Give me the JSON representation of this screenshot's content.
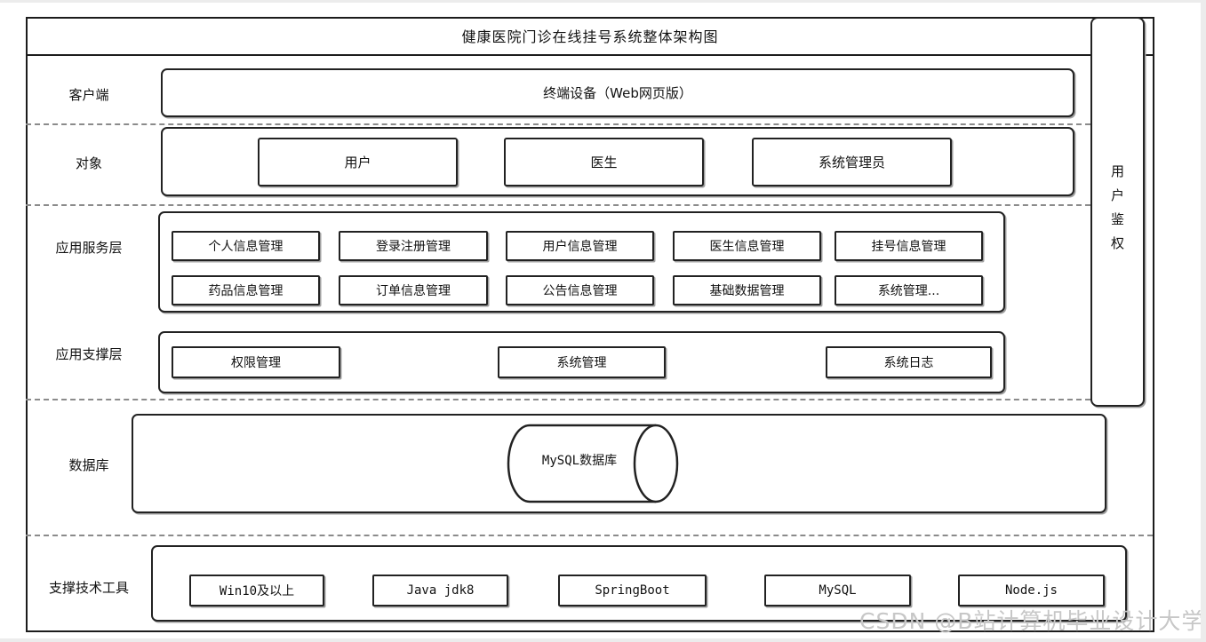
{
  "title": "健康医院门诊在线挂号系统整体架构图",
  "watermark": "CSDN @B站计算机毕业设计大学",
  "auth": {
    "label": "用户鉴权"
  },
  "client": {
    "label": "客户端",
    "terminal": "终端设备（Web网页版）"
  },
  "objects": {
    "label": "对象",
    "items": [
      "用户",
      "医生",
      "系统管理员"
    ]
  },
  "services": {
    "label": "应用服务层",
    "row1": [
      "个人信息管理",
      "登录注册管理",
      "用户信息管理",
      "医生信息管理",
      "挂号信息管理"
    ],
    "row2": [
      "药品信息管理",
      "订单信息管理",
      "公告信息管理",
      "基础数据管理",
      "系统管理..."
    ]
  },
  "support": {
    "label": "应用支撑层",
    "items": [
      "权限管理",
      "系统管理",
      "系统日志"
    ]
  },
  "database": {
    "label": "数据库",
    "db": "MySQL数据库"
  },
  "tools": {
    "label": "支撑技术工具",
    "items": [
      "Win10及以上",
      "Java jdk8",
      "SpringBoot",
      "MySQL",
      "Node.js"
    ]
  }
}
